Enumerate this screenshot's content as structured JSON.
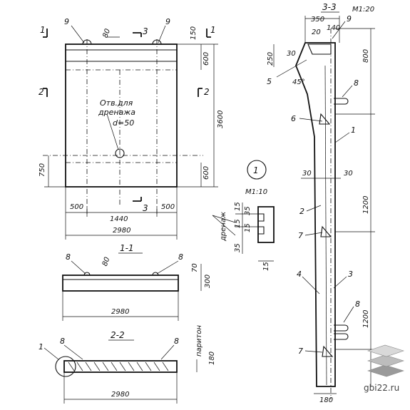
{
  "front_view": {
    "hole_label_1": "Отв.для",
    "hole_label_2": "дренажа",
    "hole_label_3": "d=50",
    "dims": {
      "top_offset": "80",
      "top_small": "150",
      "top_band": "600",
      "height": "3600",
      "bottom_band": "600",
      "left_bottom": "750",
      "left_edge": "500",
      "mid": "1440",
      "right_edge": "500",
      "width": "2980"
    },
    "callouts": {
      "top_left": "9",
      "top_right": "9"
    },
    "section_marks": {
      "s1_left": "1",
      "s1_right": "1",
      "s2_left": "2",
      "s2_right": "2",
      "s3_top": "3",
      "s3_bottom": "3"
    }
  },
  "section_1": {
    "title": "1-1",
    "dims": {
      "offset": "80",
      "top": "70",
      "height": "300",
      "width": "2980"
    },
    "callouts": {
      "left": "8",
      "right": "8"
    }
  },
  "section_2": {
    "title": "2-2",
    "dims": {
      "height": "180",
      "width": "2980"
    },
    "side_label": "паритон",
    "callouts": {
      "node": "1",
      "left": "8",
      "right": "8"
    }
  },
  "node_detail": {
    "number": "1",
    "scale": "М1:10",
    "side_label": "дренаж",
    "dims": {
      "a": "15",
      "b": "35",
      "c": "15",
      "d": "15",
      "e": "35",
      "f": "15"
    }
  },
  "section_3": {
    "title": "3-3",
    "scale": "М1:20",
    "dims": {
      "top_width": "350",
      "inner": "140",
      "lip": "20",
      "left_top": "250",
      "flange": "30",
      "angle": "45°",
      "top_height": "800",
      "thickness_left": "30",
      "thickness_right": "30",
      "mid_1": "1200",
      "mid_2": "1200",
      "bottom_width": "180"
    },
    "callouts": [
      "9",
      "5",
      "8",
      "6",
      "1",
      "2",
      "7",
      "4",
      "3",
      "8",
      "7"
    ]
  },
  "watermark": {
    "text": "gbi22.ru",
    "colors": [
      "#9a9a9a",
      "#bdbdbd",
      "#d9d9d9"
    ]
  }
}
